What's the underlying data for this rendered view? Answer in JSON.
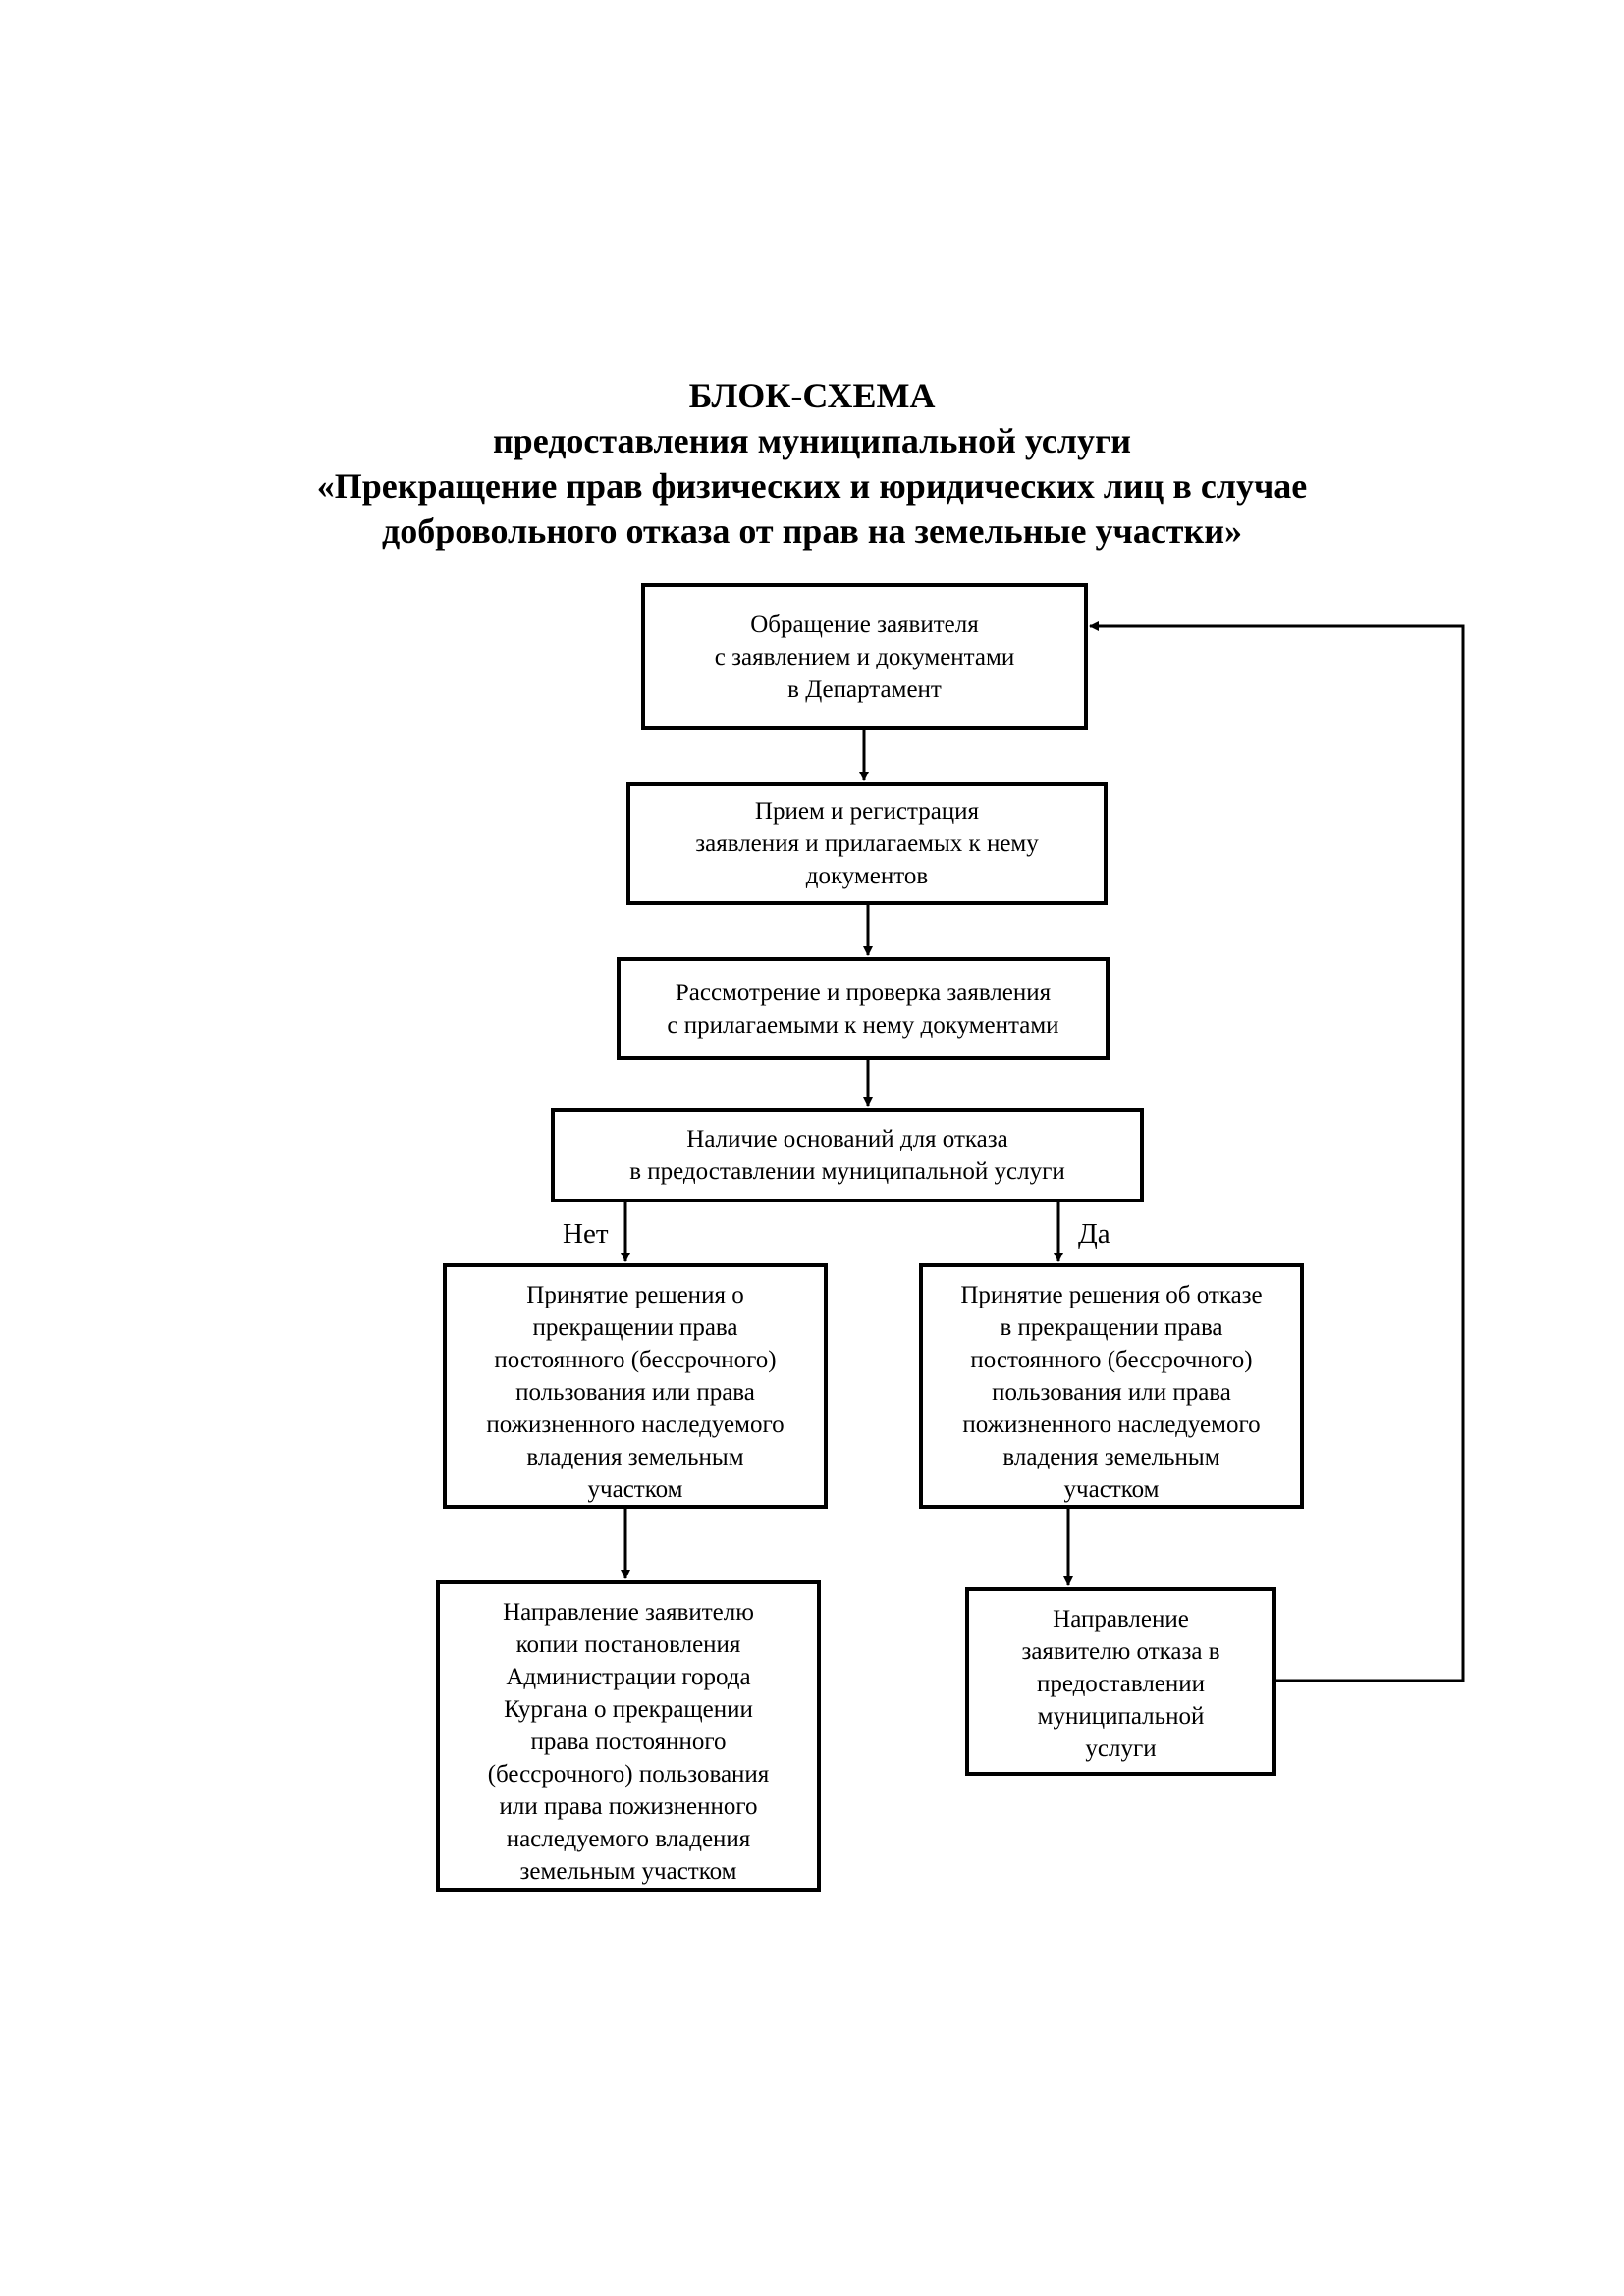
{
  "title": {
    "line1": "БЛОК-СХЕМА",
    "line2": "предоставления муниципальной услуги",
    "line3": "«Прекращение прав физических и юридических лиц в случае",
    "line4": "добровольного отказа от прав на земельные участки»"
  },
  "nodes": {
    "appeal": {
      "lines": [
        "Обращение заявителя",
        "с заявлением и документами",
        "в Департамент"
      ]
    },
    "registration": {
      "lines": [
        "Прием и регистрация",
        "заявления и прилагаемых к нему",
        "документов"
      ]
    },
    "review": {
      "lines": [
        "Рассмотрение и проверка заявления",
        "с прилагаемыми к нему документами"
      ]
    },
    "grounds_check": {
      "lines": [
        "Наличие оснований для отказа",
        "в предоставлении муниципальной услуги"
      ]
    },
    "decision_termination": {
      "lines": [
        "Принятие решения о",
        "прекращении права",
        "постоянного (бессрочного)",
        "пользования или права",
        "пожизненного наследуемого",
        "владения земельным",
        "участком"
      ]
    },
    "decision_refusal": {
      "lines": [
        "Принятие решения об отказе",
        "в  прекращении права",
        "постоянного (бессрочного)",
        "пользования или права",
        "пожизненного наследуемого",
        "владения земельным",
        "участком"
      ]
    },
    "send_resolution": {
      "lines": [
        "Направление заявителю",
        "копии постановления",
        "Администрации города",
        "Кургана о прекращении",
        "права постоянного",
        "(бессрочного) пользования",
        "или права пожизненного",
        "наследуемого владения",
        "земельным участком"
      ]
    },
    "send_refusal": {
      "lines": [
        "Направление",
        "заявителю отказа в",
        "предоставлении",
        "муниципальной",
        "услуги"
      ]
    }
  },
  "branches": {
    "no": "Нет",
    "yes": "Да"
  },
  "style": {
    "line_color": "#000000",
    "box_border_color": "#000000",
    "background": "#ffffff"
  }
}
